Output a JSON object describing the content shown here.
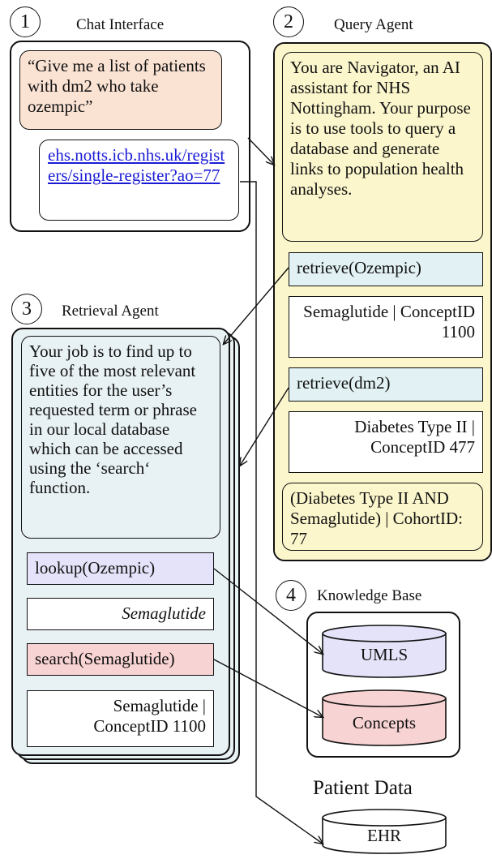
{
  "colors": {
    "user_msg": "#fbe3d4",
    "query_agent_bg": "#fbf6cc",
    "tool_call": "#e2f1f4",
    "retrieval_bg": "#e8f1f3",
    "lookup": "#e4e3f9",
    "search": "#f8d3d3",
    "umls": "#e4e3f9",
    "concepts": "#f8d3d3"
  },
  "sections": {
    "chat": {
      "number": "1",
      "title": "Chat Interface"
    },
    "query": {
      "number": "2",
      "title": "Query Agent"
    },
    "retrieval": {
      "number": "3",
      "title": "Retrieval Agent"
    },
    "knowledge": {
      "number": "4",
      "title": "Knowledge Base"
    },
    "patient": {
      "title": "Patient Data"
    }
  },
  "chat": {
    "user_message": "“Give me a list of patients with dm2 who take ozempic”",
    "link_text": "ehs.notts.icb.nhs.uk/registers/single-register?ao=77"
  },
  "query_agent": {
    "system_prompt": "You are Navigator, an AI assistant for NHS Nottingham. Your purpose is to use tools to query a database and generate links to population health analyses.",
    "call_1": "retrieve(Ozempic)",
    "result_1": "Semaglutide | ConceptID 1100",
    "call_2": "retrieve(dm2)",
    "result_2": "Diabetes Type II | ConceptID 477",
    "cohort": "(Diabetes Type II AND Semaglutide) | CohortID: 77"
  },
  "retrieval_agent": {
    "system_prompt": "Your job is to find up to five of the most relevant entities for the user’s requested term or phrase in our local database which can be accessed using the ‘search‘ function.",
    "lookup_call": "lookup(Ozempic)",
    "lookup_result": "Semaglutide",
    "search_call": "search(Semaglutide)",
    "search_result": "Semaglutide | ConceptID 1100"
  },
  "knowledge_base": {
    "db_1": "UMLS",
    "db_2": "Concepts"
  },
  "patient_data": {
    "db": "EHR"
  }
}
